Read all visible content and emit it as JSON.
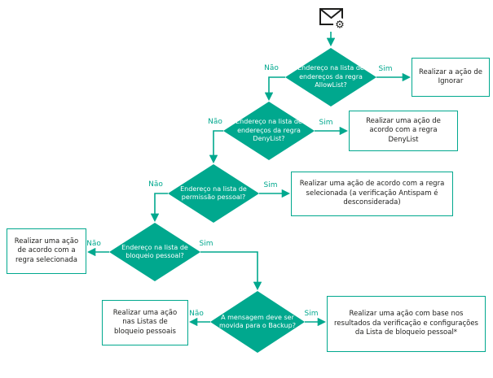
{
  "colors": {
    "accent": "#00A88E",
    "box_text": "#1D1D1B",
    "node_text": "#FFFFFF"
  },
  "icons": {
    "start": "email-settings-icon"
  },
  "labels": {
    "sim": "Sim",
    "nao": "Não"
  },
  "nodes": {
    "d1": {
      "label": "Endereço na lista de endereços da regra AllowList?"
    },
    "d2": {
      "label": "Endereço na lista de endereços da regra DenyList?"
    },
    "d3": {
      "label": "Endereço na lista de permissão pessoal?"
    },
    "d4": {
      "label": "Endereço na lista de bloqueio pessoal?"
    },
    "d5": {
      "label": "A mensagem deve ser movida para o Backup?"
    },
    "r1": {
      "label": "Realizar a ação de Ignorar"
    },
    "r2": {
      "label": "Realizar uma ação de acordo com a regra DenyList"
    },
    "r3": {
      "label": "Realizar uma ação de acordo com a regra selecionada (a verificação Antispam é desconsiderada)"
    },
    "r4": {
      "label": "Realizar uma ação de acordo com a regra selecionada"
    },
    "r5": {
      "label": "Realizar uma ação nas Listas de bloqueio pessoais"
    },
    "r6": {
      "label": "Realizar uma ação com base nos resultados da verificação e configurações da Lista de bloqueio pessoal*"
    }
  }
}
